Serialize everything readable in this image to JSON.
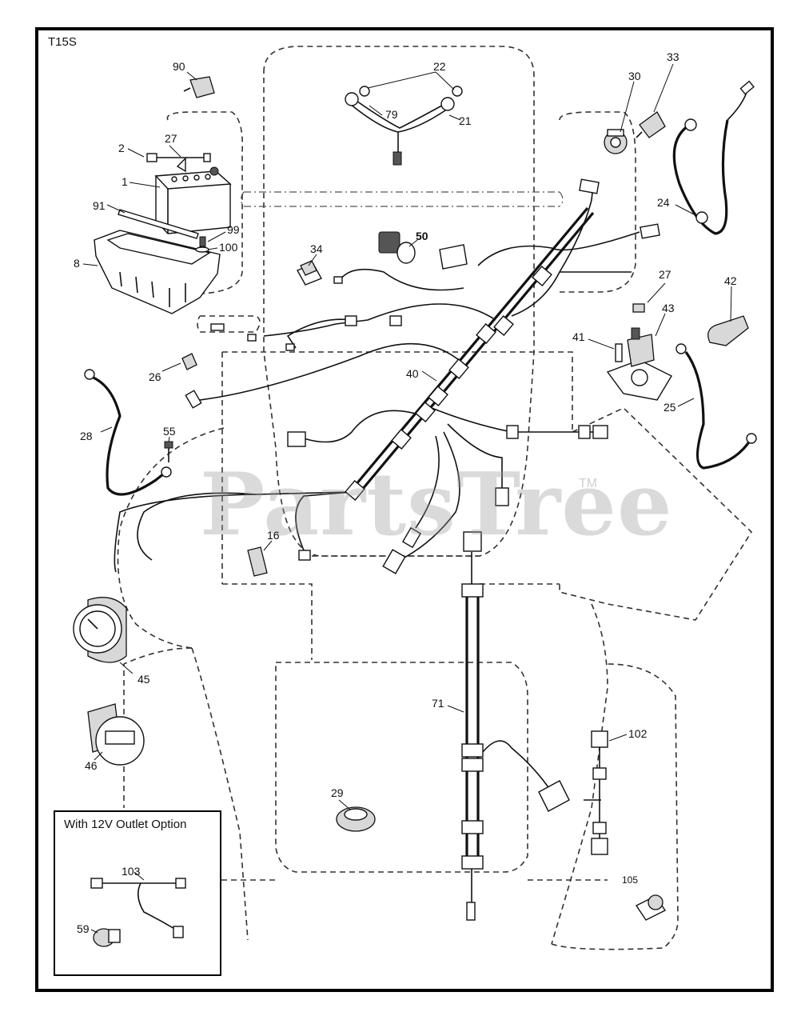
{
  "diagram": {
    "code": "T15S",
    "watermark": "PartsTree",
    "trademark": "TM",
    "inset_title": "With 12V Outlet Option"
  },
  "callouts": {
    "c90": "90",
    "c22": "22",
    "c30": "30",
    "c33": "33",
    "c27a": "27",
    "c2": "2",
    "c79": "79",
    "c21": "21",
    "c1": "1",
    "c91": "91",
    "c99": "99",
    "c100": "100",
    "c8": "8",
    "c34": "34",
    "c50": "50",
    "c24": "24",
    "c27b": "27",
    "c42": "42",
    "c43": "43",
    "c41": "41",
    "c26": "26",
    "c40": "40",
    "c25": "25",
    "c28": "28",
    "c55": "55",
    "c16": "16",
    "c45": "45",
    "c71": "71",
    "c46": "46",
    "c102": "102",
    "c29": "29",
    "c103": "103",
    "c105": "105",
    "c59": "59"
  }
}
